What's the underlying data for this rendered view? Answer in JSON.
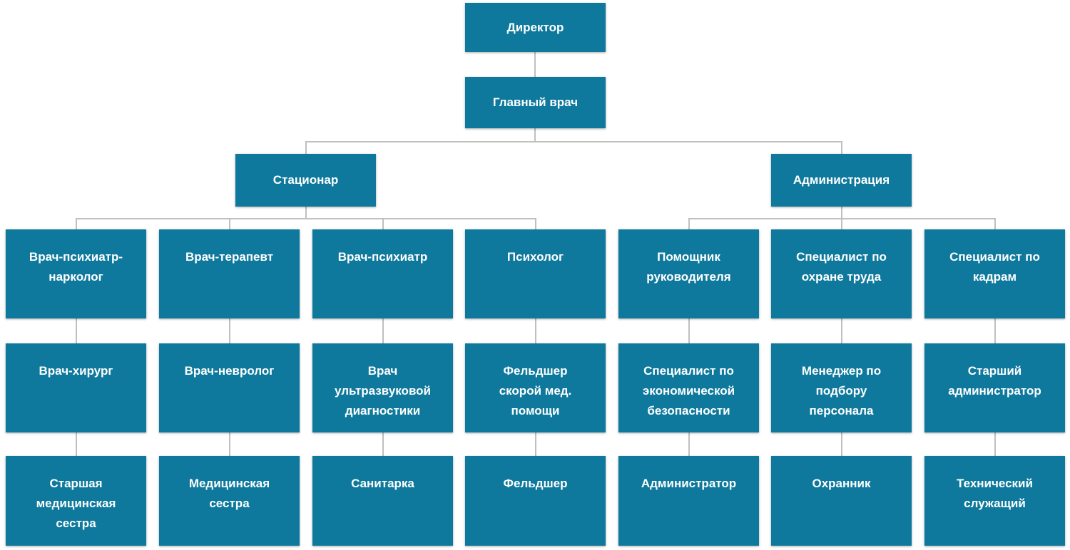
{
  "org": {
    "director": "Директор",
    "chief_physician": "Главный врач",
    "branches": [
      "Стационар",
      "Администрация"
    ],
    "columns": [
      [
        "Врач-психиатр-нарколог",
        "Врач-хирург",
        "Старшая медицинская сестра"
      ],
      [
        "Врач-терапевт",
        "Врач-невролог",
        "Медицинская сестра"
      ],
      [
        "Врач-психиатр",
        "Врач ультразвуковой диагностики",
        "Санитарка"
      ],
      [
        "Психолог",
        "Фельдшер скорой мед. помощи",
        "Фельдшер"
      ],
      [
        "Помощник руководителя",
        "Специалист по экономической безопасности",
        "Администратор"
      ],
      [
        "Специалист по охране труда",
        "Менеджер по подбору персонала",
        "Охранник"
      ],
      [
        "Специалист по кадрам",
        "Старший администратор",
        "Технический служащий"
      ]
    ],
    "colors": {
      "node_fill": "#0e799c",
      "node_text": "#ffffff",
      "connector": "#c0c0c0",
      "background": "#ffffff"
    }
  }
}
